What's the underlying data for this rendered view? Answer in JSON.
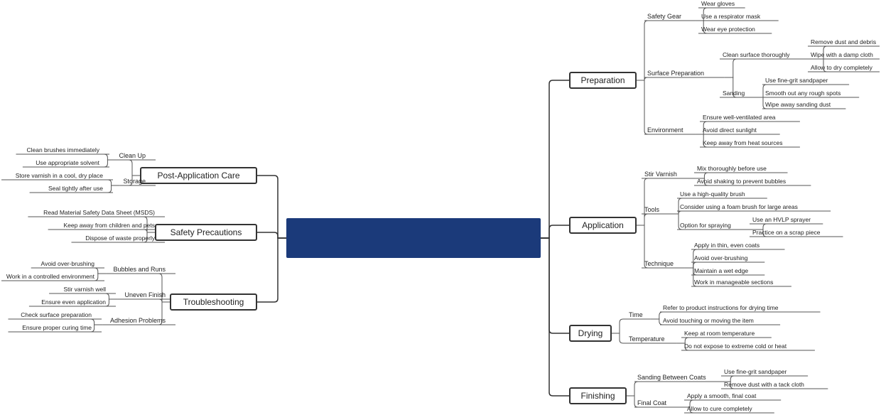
{
  "colors": {
    "center": "#1b3a7a",
    "line": "#333333",
    "text": "#222222"
  },
  "center": {
    "title": ""
  },
  "right": [
    {
      "label": "Preparation",
      "children": [
        {
          "label": "Safety Gear",
          "children": [
            {
              "label": "Wear gloves"
            },
            {
              "label": "Use a respirator mask"
            },
            {
              "label": "Wear eye protection"
            }
          ]
        },
        {
          "label": "Surface Preparation",
          "children": [
            {
              "label": "Clean surface thoroughly",
              "children": [
                {
                  "label": "Remove dust and debris"
                },
                {
                  "label": "Wipe with a damp cloth"
                },
                {
                  "label": "Allow to dry completely"
                }
              ]
            },
            {
              "label": "Sanding",
              "children": [
                {
                  "label": "Use fine-grit sandpaper"
                },
                {
                  "label": "Smooth out any rough spots"
                },
                {
                  "label": "Wipe away sanding dust"
                }
              ]
            }
          ]
        },
        {
          "label": "Environment",
          "children": [
            {
              "label": "Ensure well-ventilated area"
            },
            {
              "label": "Avoid direct sunlight"
            },
            {
              "label": "Keep away from heat sources"
            }
          ]
        }
      ]
    },
    {
      "label": "Application",
      "children": [
        {
          "label": "Stir Varnish",
          "children": [
            {
              "label": "Mix thoroughly before use"
            },
            {
              "label": "Avoid shaking to prevent bubbles"
            }
          ]
        },
        {
          "label": "Tools",
          "children": [
            {
              "label": "Use a high-quality brush"
            },
            {
              "label": "Consider using a foam brush for large areas"
            },
            {
              "label": "Option for spraying",
              "children": [
                {
                  "label": "Use an HVLP sprayer"
                },
                {
                  "label": "Practice on a scrap piece"
                }
              ]
            }
          ]
        },
        {
          "label": "Technique",
          "children": [
            {
              "label": "Apply in thin, even coats"
            },
            {
              "label": "Avoid over-brushing"
            },
            {
              "label": "Maintain a wet edge"
            },
            {
              "label": "Work in manageable sections"
            }
          ]
        }
      ]
    },
    {
      "label": "Drying",
      "children": [
        {
          "label": "Time",
          "children": [
            {
              "label": "Refer to product instructions for drying time"
            },
            {
              "label": "Avoid touching or moving the item"
            }
          ]
        },
        {
          "label": "Temperature",
          "children": [
            {
              "label": "Keep at room temperature"
            },
            {
              "label": "Do not expose to extreme cold or heat"
            }
          ]
        }
      ]
    },
    {
      "label": "Finishing",
      "children": [
        {
          "label": "Sanding Between Coats",
          "children": [
            {
              "label": "Use fine-grit sandpaper"
            },
            {
              "label": "Remove dust with a tack cloth"
            }
          ]
        },
        {
          "label": "Final Coat",
          "children": [
            {
              "label": "Apply a smooth, final coat"
            },
            {
              "label": "Allow to cure completely"
            }
          ]
        }
      ]
    }
  ],
  "left": [
    {
      "label": "Post-Application Care",
      "children": [
        {
          "label": "Clean Up",
          "children": [
            {
              "label": "Clean brushes immediately"
            },
            {
              "label": "Use appropriate solvent"
            }
          ]
        },
        {
          "label": "Storage",
          "children": [
            {
              "label": "Store varnish in a cool, dry place"
            },
            {
              "label": "Seal tightly after use"
            }
          ]
        }
      ]
    },
    {
      "label": "Safety Precautions",
      "children": [
        {
          "label": "Read Material Safety Data Sheet (MSDS)"
        },
        {
          "label": "Keep away from children and pets"
        },
        {
          "label": "Dispose of waste properly"
        }
      ]
    },
    {
      "label": "Troubleshooting",
      "children": [
        {
          "label": "Bubbles and Runs",
          "children": [
            {
              "label": "Avoid over-brushing"
            },
            {
              "label": "Work in a controlled environment"
            }
          ]
        },
        {
          "label": "Uneven Finish",
          "children": [
            {
              "label": "Stir varnish well"
            },
            {
              "label": "Ensure even application"
            }
          ]
        },
        {
          "label": "Adhesion Problems",
          "children": [
            {
              "label": "Check surface preparation"
            },
            {
              "label": "Ensure proper curing time"
            }
          ]
        }
      ]
    }
  ]
}
